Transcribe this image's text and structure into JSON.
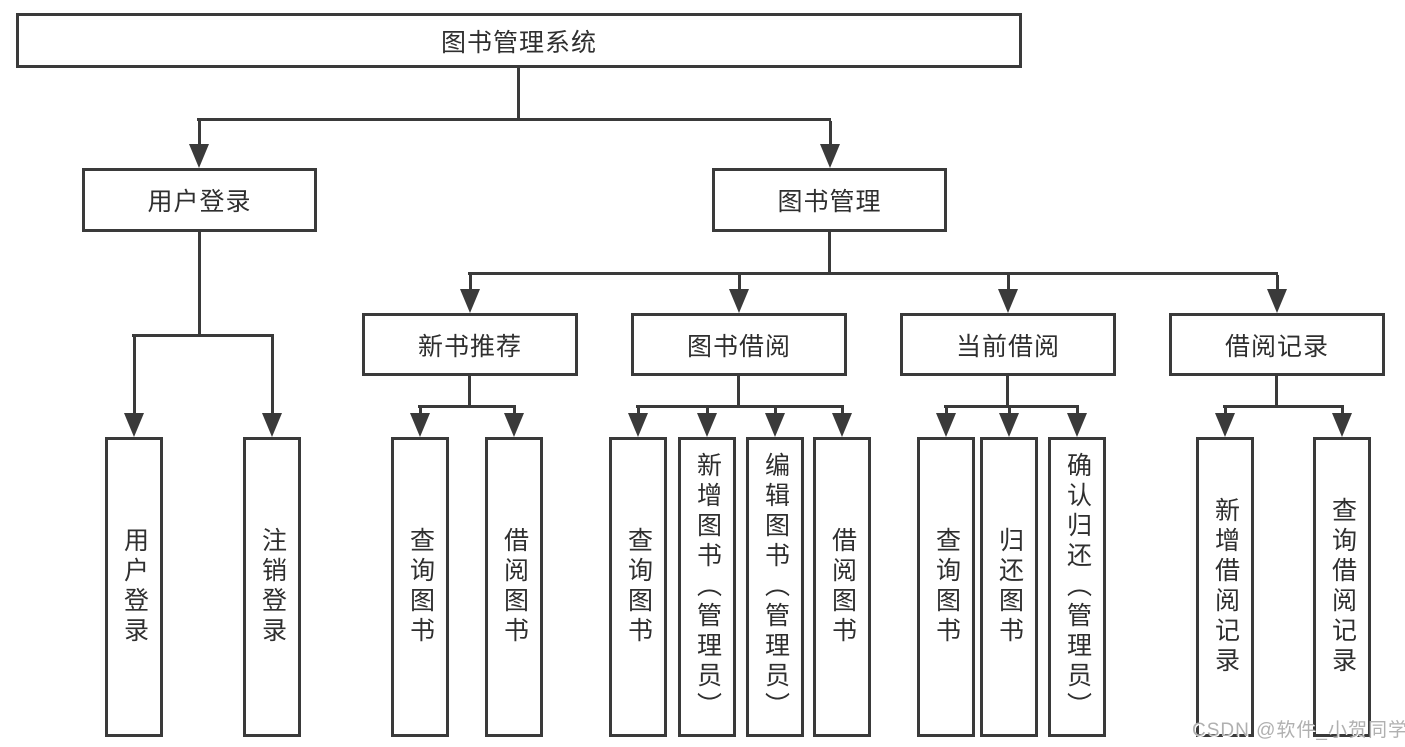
{
  "diagram": {
    "type": "tree",
    "orientation": "top-down",
    "colors": {
      "background": "#ffffff",
      "line": "#3a3a3a",
      "box_border": "#3a3a3a",
      "text": "#2f2f2f",
      "watermark": "#b0b0b0"
    }
  },
  "tree": {
    "label": "图书管理系统",
    "children": [
      {
        "label": "用户登录",
        "children": [
          {
            "label": "用户登录"
          },
          {
            "label": "注销登录"
          }
        ]
      },
      {
        "label": "图书管理",
        "children": [
          {
            "label": "新书推荐",
            "children": [
              {
                "label": "查询图书"
              },
              {
                "label": "借阅图书"
              }
            ]
          },
          {
            "label": "图书借阅",
            "children": [
              {
                "label": "查询图书"
              },
              {
                "label": "新增图书（管理员）"
              },
              {
                "label": "编辑图书（管理员）"
              },
              {
                "label": "借阅图书"
              }
            ]
          },
          {
            "label": "当前借阅",
            "children": [
              {
                "label": "查询图书"
              },
              {
                "label": "归还图书"
              },
              {
                "label": "确认归还（管理员）"
              }
            ]
          },
          {
            "label": "借阅记录",
            "children": [
              {
                "label": "新增借阅记录"
              },
              {
                "label": "查询借阅记录"
              }
            ]
          }
        ]
      }
    ]
  },
  "watermark": {
    "text": "CSDN @软件_小贺同学"
  }
}
